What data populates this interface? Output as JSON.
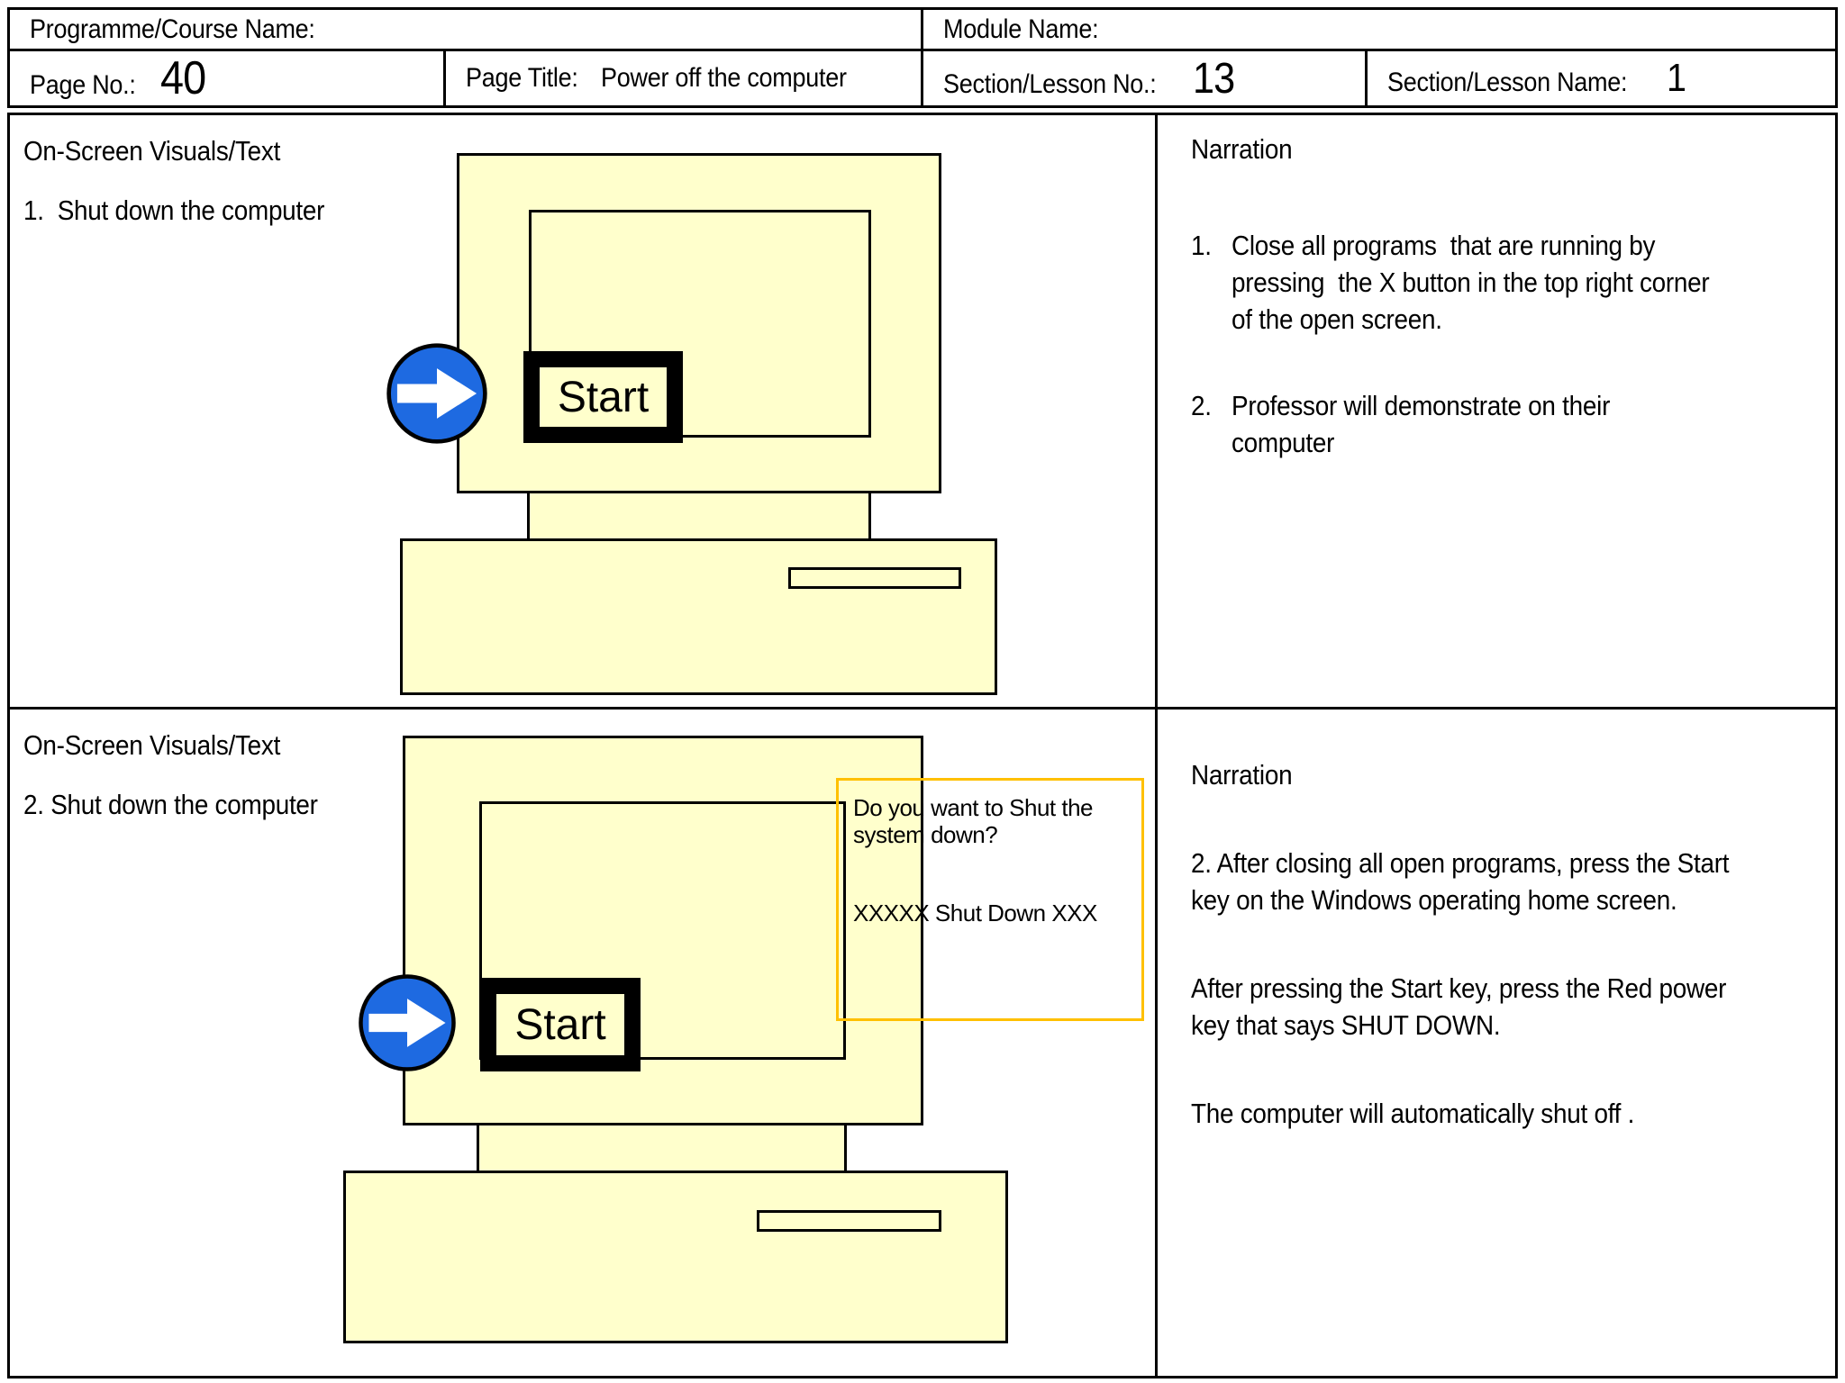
{
  "header": {
    "programme_label": "Programme/Course Name:",
    "module_label": "Module Name:",
    "page_no_label": "Page No.:",
    "page_no_value": "40",
    "page_title_label": "Page Title:",
    "page_title_value": "Power off the computer",
    "section_no_label": "Section/Lesson No.:",
    "section_no_value": "13",
    "section_name_label": "Section/Lesson Name:",
    "section_name_value": "1"
  },
  "rows": [
    {
      "visuals_heading": "On-Screen Visuals/Text",
      "visuals_caption": "1.  Shut down the computer",
      "start_button_label": "Start",
      "narration_heading": "Narration",
      "narration_items": [
        {
          "num": "1.",
          "text": "Close all programs  that are running by\npressing  the X button in the top right corner\nof the open screen."
        },
        {
          "num": "2.",
          "text": "Professor will demonstrate on their\ncomputer"
        }
      ]
    },
    {
      "visuals_heading": "On-Screen Visuals/Text",
      "visuals_caption": "2. Shut down the computer",
      "start_button_label": "Start",
      "dialog": {
        "question": "Do you want to Shut the\nsystem down?",
        "answer": "XXXXX Shut Down XXX"
      },
      "narration_heading": "Narration",
      "narration_paragraphs": [
        "2. After closing all open programs, press the Start\nkey on the Windows operating home screen.",
        "After pressing the Start key, press the Red power\nkey that says SHUT DOWN.",
        "The computer will automatically shut off ."
      ]
    }
  ],
  "icons": {
    "arrow_circle": "right-arrow-circle-icon"
  },
  "colors": {
    "computer_fill": "#FFFFCC",
    "dialog_border": "#FFC000",
    "arrow_blue": "#1E6AE1",
    "ink": "#000000"
  }
}
